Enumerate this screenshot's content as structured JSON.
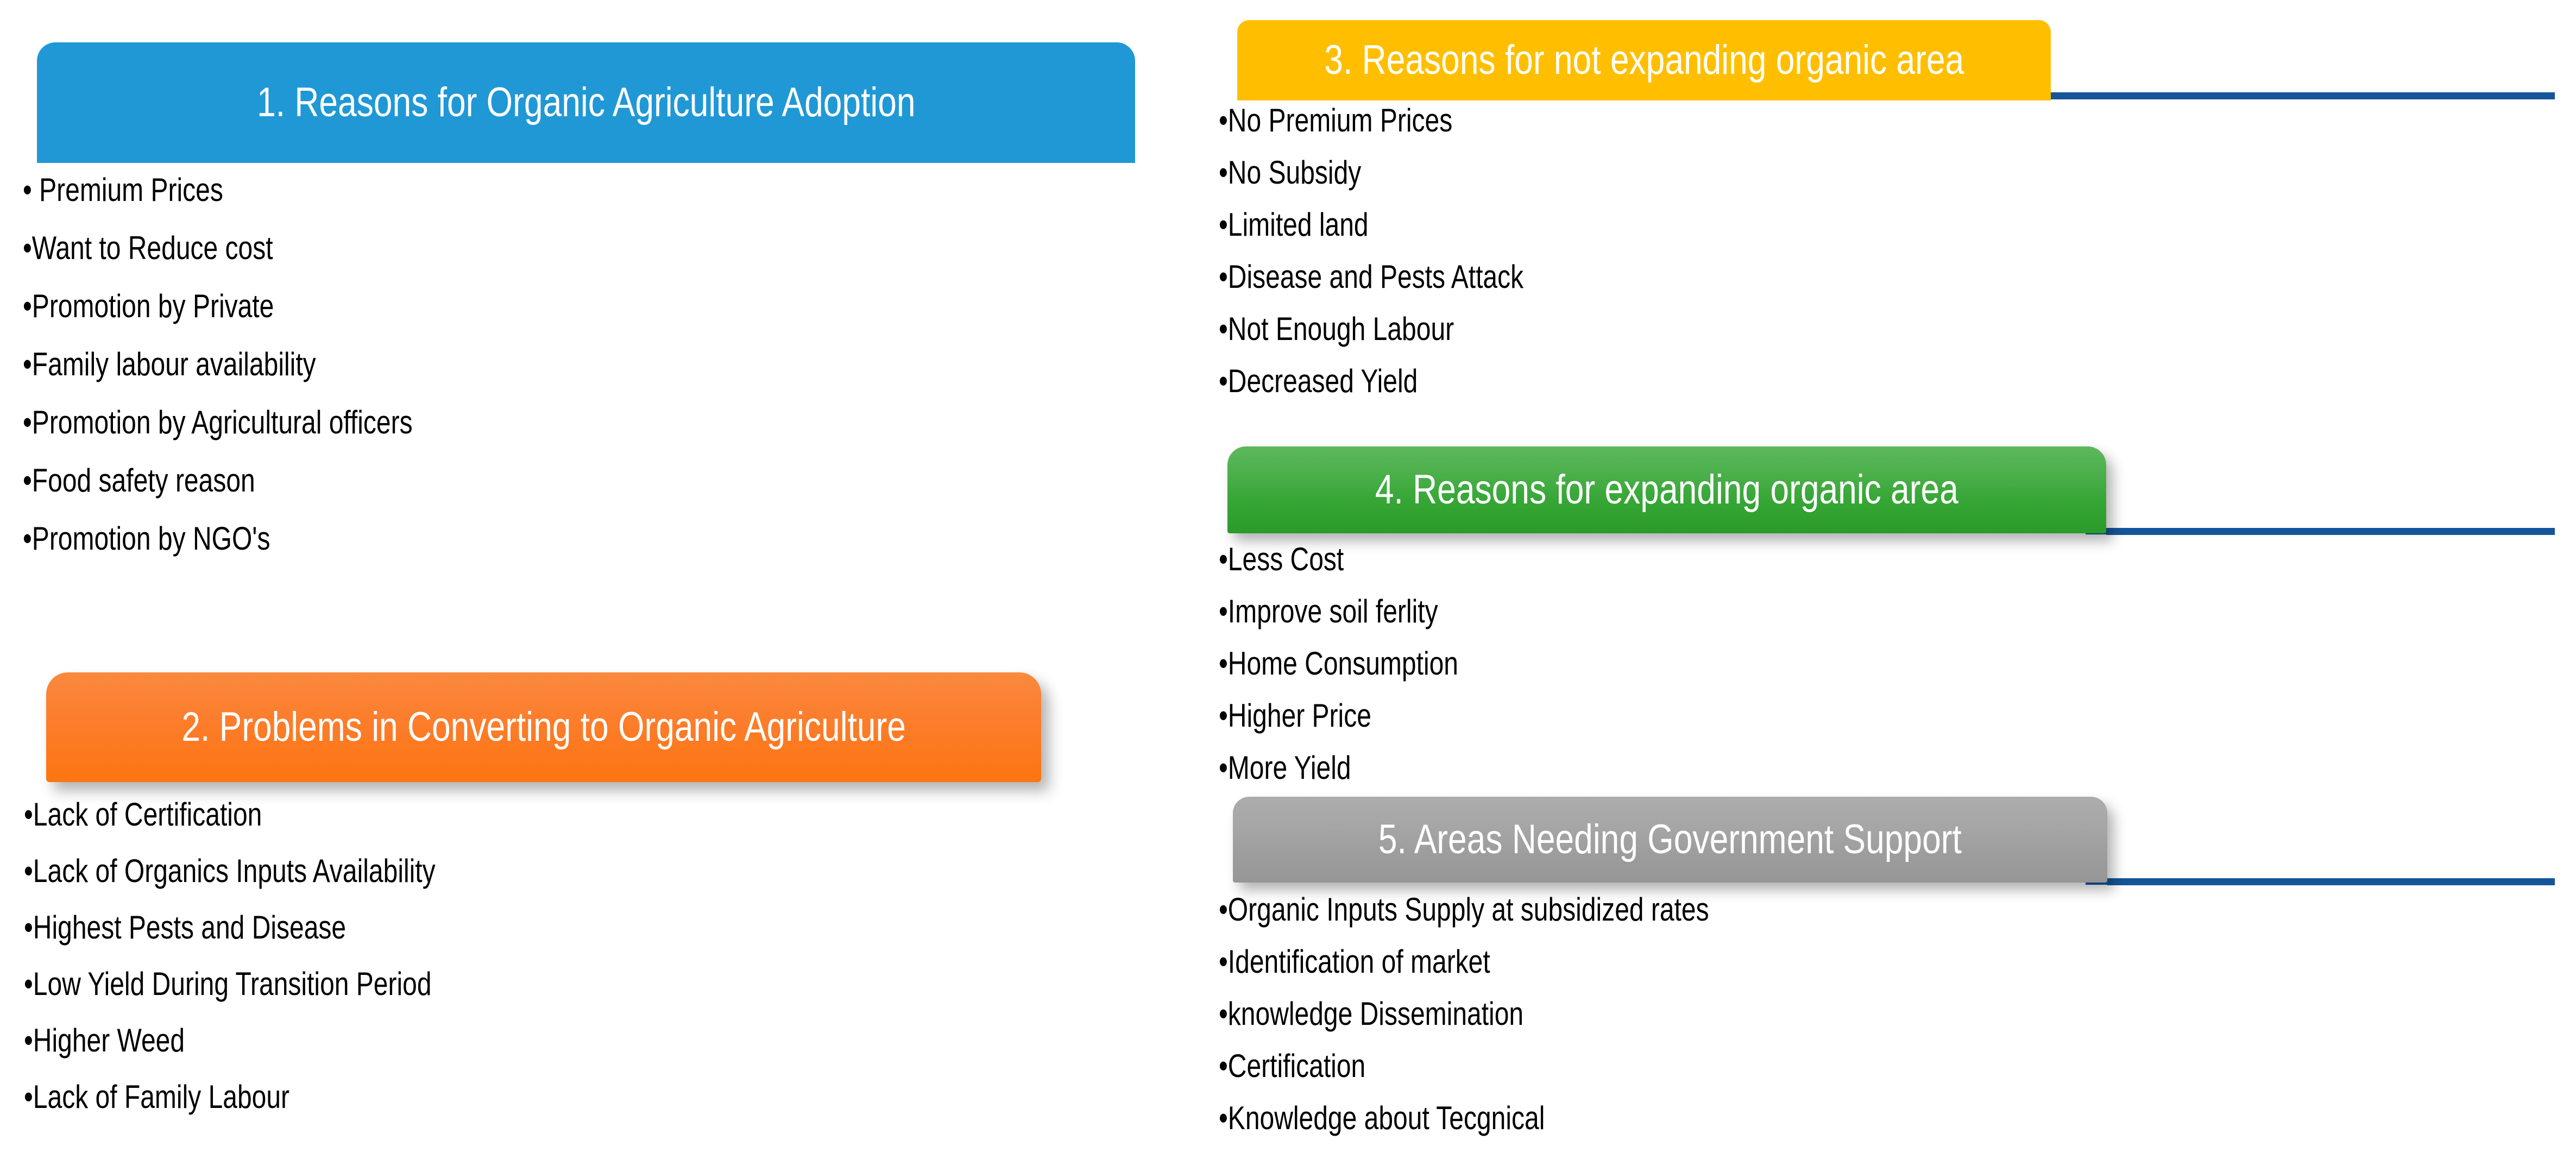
{
  "slide": {
    "background": "#ffffff",
    "accent_rule_color": "#15559A"
  },
  "sections": [
    {
      "number": "1",
      "heading": "1. Reasons for Organic Agriculture Adoption",
      "header_color": "#2098D6",
      "items": [
        "• Premium Prices",
        "•Want to Reduce cost",
        "•Promotion by Private",
        "•Family labour availability",
        "•Promotion by Agricultural officers",
        "•Food safety reason",
        "•Promotion by NGO's"
      ]
    },
    {
      "number": "2",
      "heading": "2. Problems in Converting to Organic Agriculture",
      "header_color": "#FC7B26",
      "items": [
        "•Lack of Certification",
        "•Lack of Organics Inputs Availability",
        "•Highest Pests and Disease",
        "•Low Yield During Transition Period",
        "•Higher Weed",
        "•Lack of Family Labour"
      ]
    },
    {
      "number": "3",
      "heading": "3. Reasons for not expanding organic area",
      "header_color": "#FFBF00",
      "items": [
        "•No Premium Prices",
        "•No Subsidy",
        "•Limited land",
        "•Disease and Pests Attack",
        "•Not Enough Labour",
        "•Decreased Yield"
      ]
    },
    {
      "number": "4",
      "heading": "4. Reasons for expanding organic area",
      "header_color": "#35A534",
      "items": [
        "•Less Cost",
        "•Improve soil ferlity",
        "•Home Consumption",
        "•Higher Price",
        "•More Yield"
      ]
    },
    {
      "number": "5",
      "heading": "5. Areas Needing Government Support",
      "header_color": "#A6A6A6",
      "items": [
        "•Organic Inputs Supply at subsidized rates",
        "•Identification of market",
        "•knowledge Dissemination",
        "•Certification",
        "•Knowledge about Tecgnical"
      ]
    }
  ]
}
